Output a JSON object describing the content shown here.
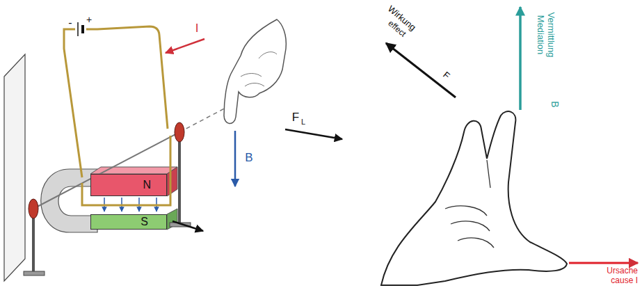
{
  "diagram": {
    "nodes": [
      {
        "text": [
          "N"
        ]
      },
      {
        "text": [
          "S"
        ]
      }
    ],
    "labels": [
      "I",
      "-",
      "+",
      "F",
      "L",
      "B",
      "Wirkung",
      "effect",
      "F",
      "Vermittlung",
      "Mediation",
      "B",
      "Ursache",
      "cause I"
    ]
  }
}
